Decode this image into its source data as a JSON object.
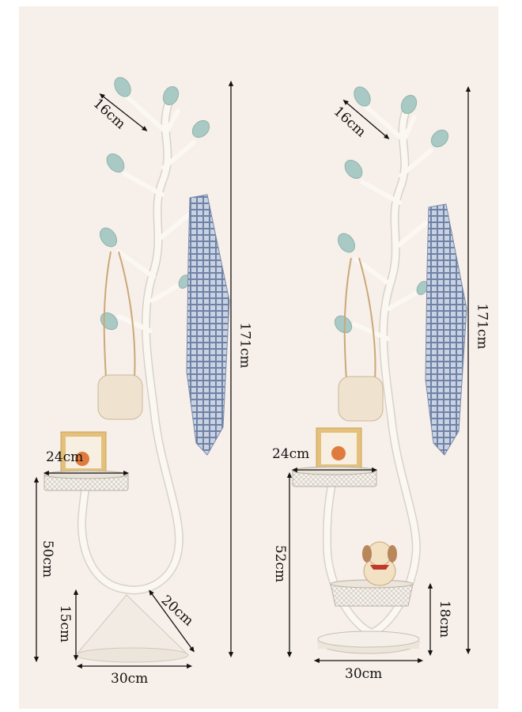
{
  "colors": {
    "background": "#f7efe9",
    "stand": "#fbf7f2",
    "stand_edge": "#d9d2c8",
    "leaf": "#a9c9c4",
    "line": "#111111",
    "scarf": "#8a9bb8",
    "bag": "#efe3cf",
    "frame": "#e5c07b",
    "basket": "#f3efe9"
  },
  "left_stand": {
    "hook_length": "16cm",
    "height": "171cm",
    "table_width": "24cm",
    "table_height": "50cm",
    "base_height": "15cm",
    "base_side": "20cm",
    "base_width": "30cm"
  },
  "right_stand": {
    "hook_length": "16cm",
    "height": "171cm",
    "table_width": "24cm",
    "table_height": "52cm",
    "basket_height": "18cm",
    "base_width": "30cm"
  }
}
